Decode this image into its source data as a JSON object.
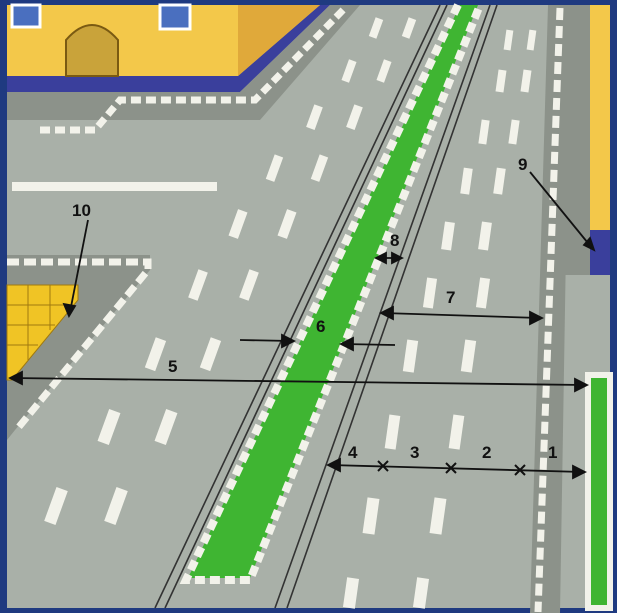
{
  "labels": {
    "l1": "1",
    "l2": "2",
    "l3": "3",
    "l4": "4",
    "l5": "5",
    "l6": "6",
    "l7": "7",
    "l8": "8",
    "l9": "9",
    "l10": "10"
  },
  "colors": {
    "road": "#a9b0a8",
    "median": "#3fb532",
    "building": "#f3c84a",
    "building_base": "#3a3f9c",
    "curb": "#f2f2ea",
    "frame": "#1f3a80"
  }
}
